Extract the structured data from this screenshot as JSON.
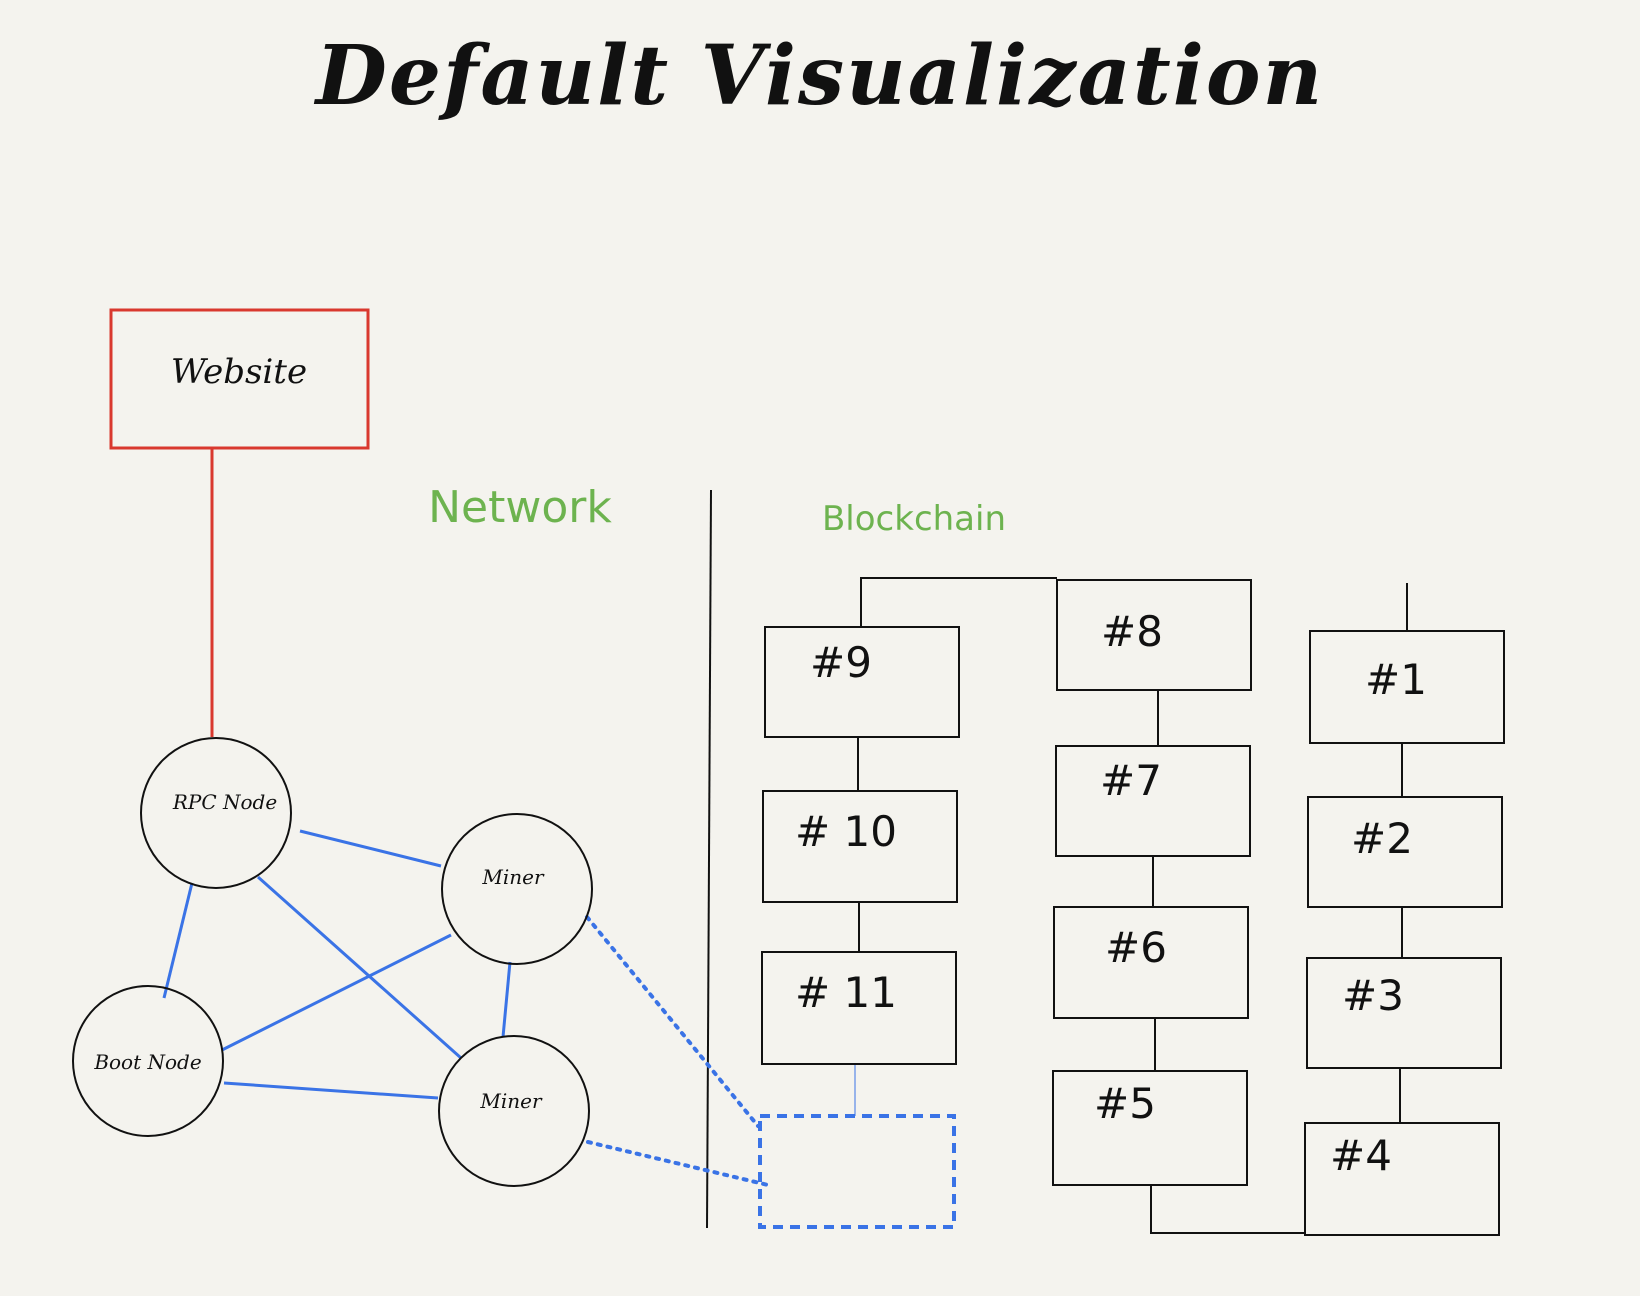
{
  "title": "Default Visualization",
  "website": {
    "label": "Website",
    "color": "#d9382e"
  },
  "sections": {
    "network": "Network",
    "blockchain": "Blockchain",
    "color": "#6db34f"
  },
  "nodes": {
    "rpc": "RPC Node",
    "miner_top": "Miner",
    "boot": "Boot Node",
    "miner_bottom": "Miner"
  },
  "blocks": {
    "b1": "#1",
    "b2": "#2",
    "b3": "#3",
    "b4": "#4",
    "b5": "#5",
    "b6": "#6",
    "b7": "#7",
    "b8": "#8",
    "b9": "#9",
    "b10": "# 10",
    "b11": "# 11"
  },
  "colors": {
    "background": "#f4f3ee",
    "ink": "#111111",
    "network_link": "#3a73e6",
    "pending_block": "#3a73e6"
  }
}
